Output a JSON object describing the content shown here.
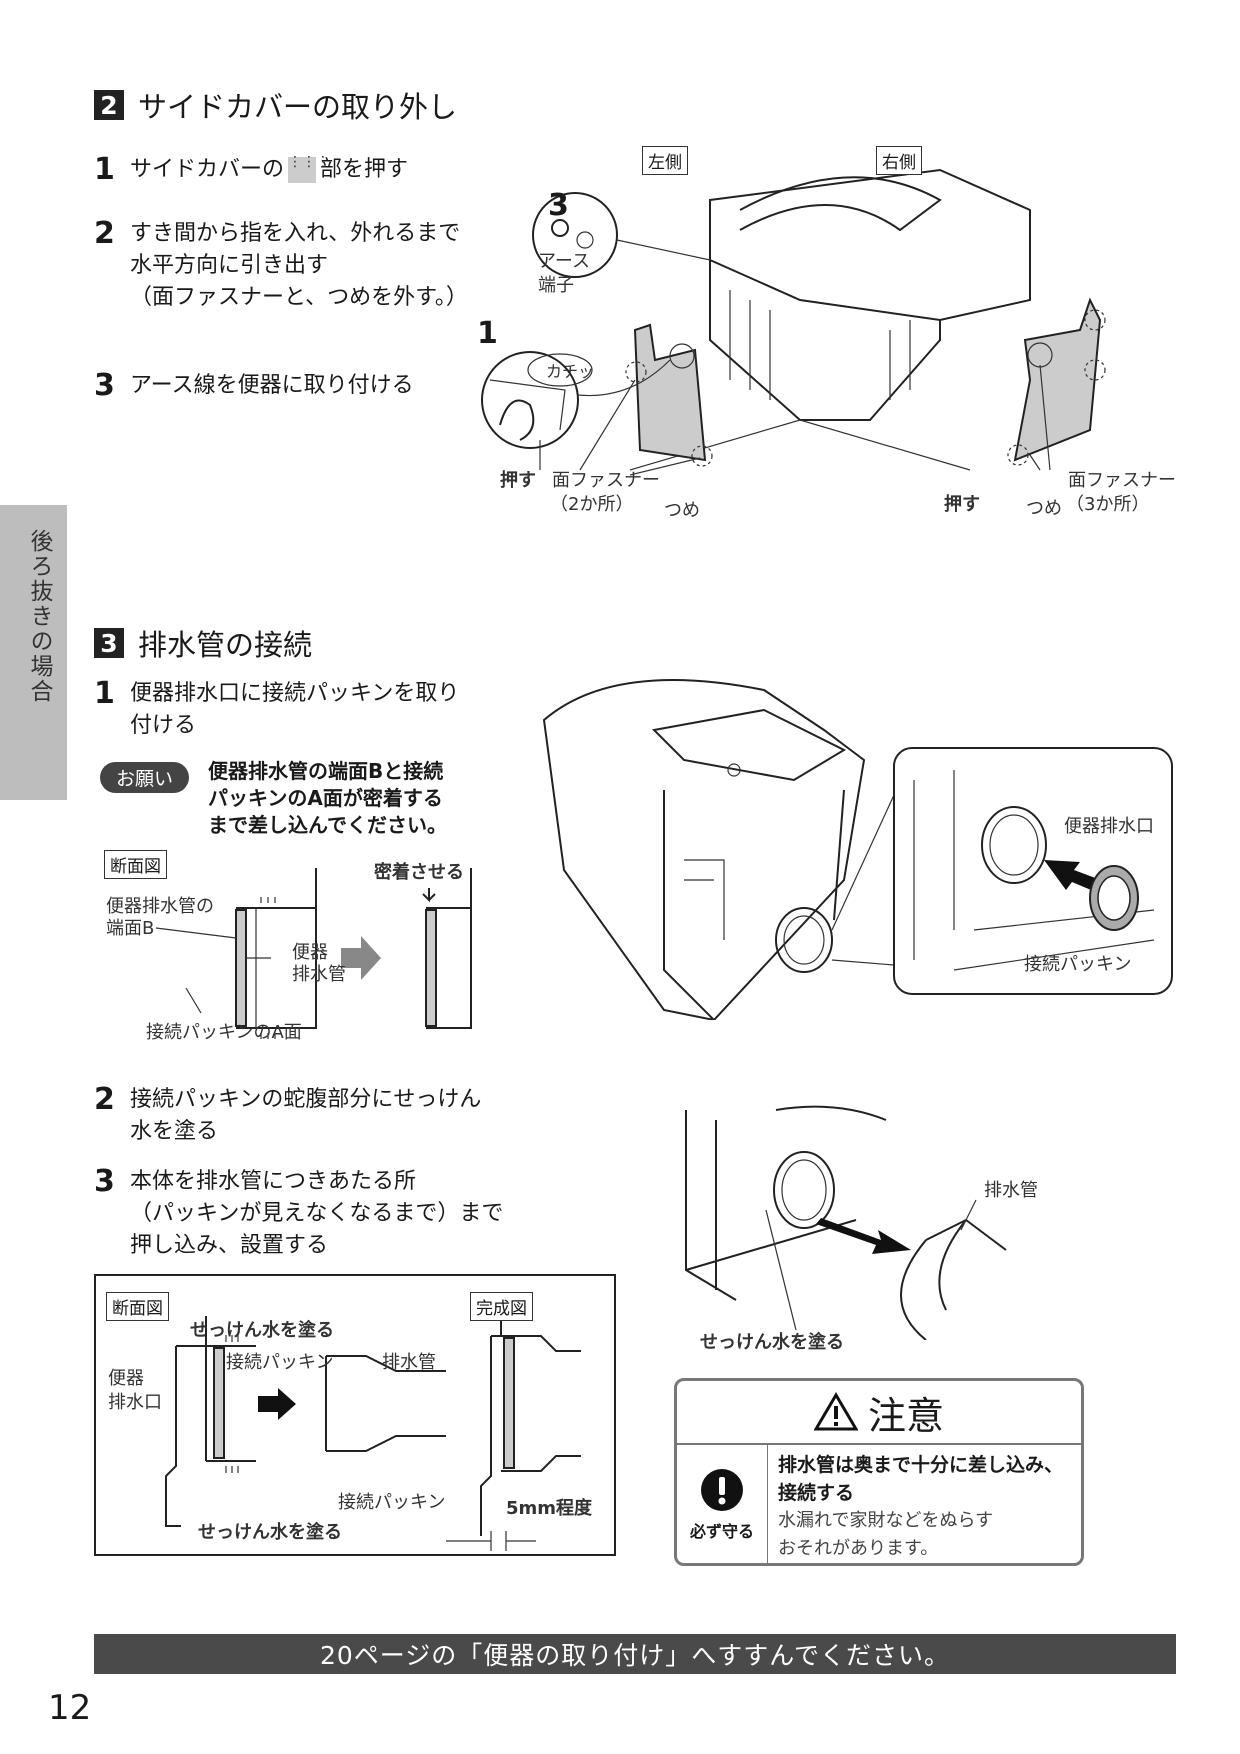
{
  "side_tab": "後ろ抜きの場合",
  "section2": {
    "num": "2",
    "title": "サイドカバーの取り外し",
    "steps": [
      {
        "n": "1",
        "pre": "サイドカバーの",
        "post": "部を押す"
      },
      {
        "n": "2",
        "lines": [
          "すき間から指を入れ、外れるまで",
          "水平方向に引き出す",
          "（面ファスナーと、つめを外す。）"
        ]
      },
      {
        "n": "3",
        "text": "アース線を便器に取り付ける"
      }
    ],
    "figure": {
      "left_label": "左側",
      "right_label": "右側",
      "callout_3": "3",
      "callout_1": "1",
      "earth": "アース",
      "terminal": "端子",
      "click": "カチッ",
      "push_left": "押す",
      "push_right": "押す",
      "fastener_left": "面ファスナー",
      "fastener_left_count": "（2か所）",
      "fastener_right": "面ファスナー",
      "fastener_right_count": "（3か所）",
      "claw_left": "つめ",
      "claw_right": "つめ"
    }
  },
  "section3": {
    "num": "3",
    "title": "排水管の接続",
    "step1": {
      "n": "1",
      "lines": [
        "便器排水口に接続パッキンを取り",
        "付ける"
      ]
    },
    "request": {
      "pill": "お願い",
      "lines": [
        "便器排水管の端面Bと接続",
        "パッキンのA面が密着する",
        "まで差し込んでください。"
      ]
    },
    "cross1": {
      "box": "断面図",
      "pipe_end_1": "便器排水管の",
      "pipe_end_2": "端面B",
      "toilet_pipe_1": "便器",
      "toilet_pipe_2": "排水管",
      "seal": "密着させる",
      "packing_a": "接続パッキンのA面"
    },
    "fig1": {
      "outlet": "便器排水口",
      "packing": "接続パッキン"
    },
    "step2": {
      "n": "2",
      "lines": [
        "接続パッキンの蛇腹部分にせっけん",
        "水を塗る"
      ]
    },
    "step3": {
      "n": "3",
      "lines": [
        "本体を排水管につきあたる所",
        "（パッキンが見えなくなるまで）まで",
        "押し込み、設置する"
      ]
    },
    "cross2": {
      "box1": "断面図",
      "box2": "完成図",
      "soap_top": "せっけん水を塗る",
      "packing_top": "接続パッキン",
      "drain": "排水管",
      "outlet_1": "便器",
      "outlet_2": "排水口",
      "packing_bottom": "接続パッキン",
      "soap_bottom": "せっけん水を塗る",
      "gap": "5mm程度"
    },
    "fig2": {
      "drain": "排水管",
      "soap": "せっけん水を塗る"
    }
  },
  "caution": {
    "title": "注意",
    "must": "必ず守る",
    "main_1": "排水管は奥まで十分に差し込み、",
    "main_2": "接続する",
    "sub_1": "水漏れで家財などをぬらす",
    "sub_2": "おそれがあります。"
  },
  "footer": "20ページの「便器の取り付け」へすすんでください。",
  "page_number": "12"
}
